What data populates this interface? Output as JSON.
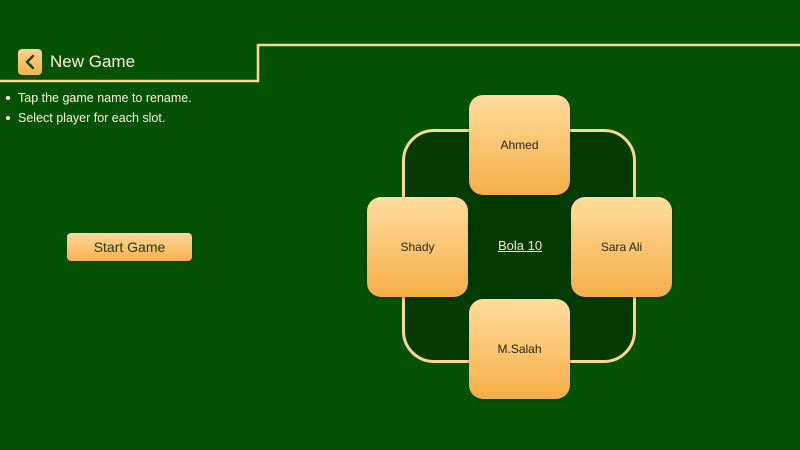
{
  "header": {
    "title": "New Game",
    "back_icon": "chevron-left-icon"
  },
  "instructions": [
    "Tap the game name to rename.",
    "Select player for each slot."
  ],
  "start_button_label": "Start Game",
  "table": {
    "game_name": "Bola 10",
    "slots": {
      "top": "Ahmed",
      "left": "Shady",
      "right": "Sara Ali",
      "bottom": "M.Salah"
    }
  },
  "colors": {
    "background": "#055204",
    "table_felt": "#033b02",
    "accent": "#f8d98d",
    "button": "#f7b14d"
  }
}
